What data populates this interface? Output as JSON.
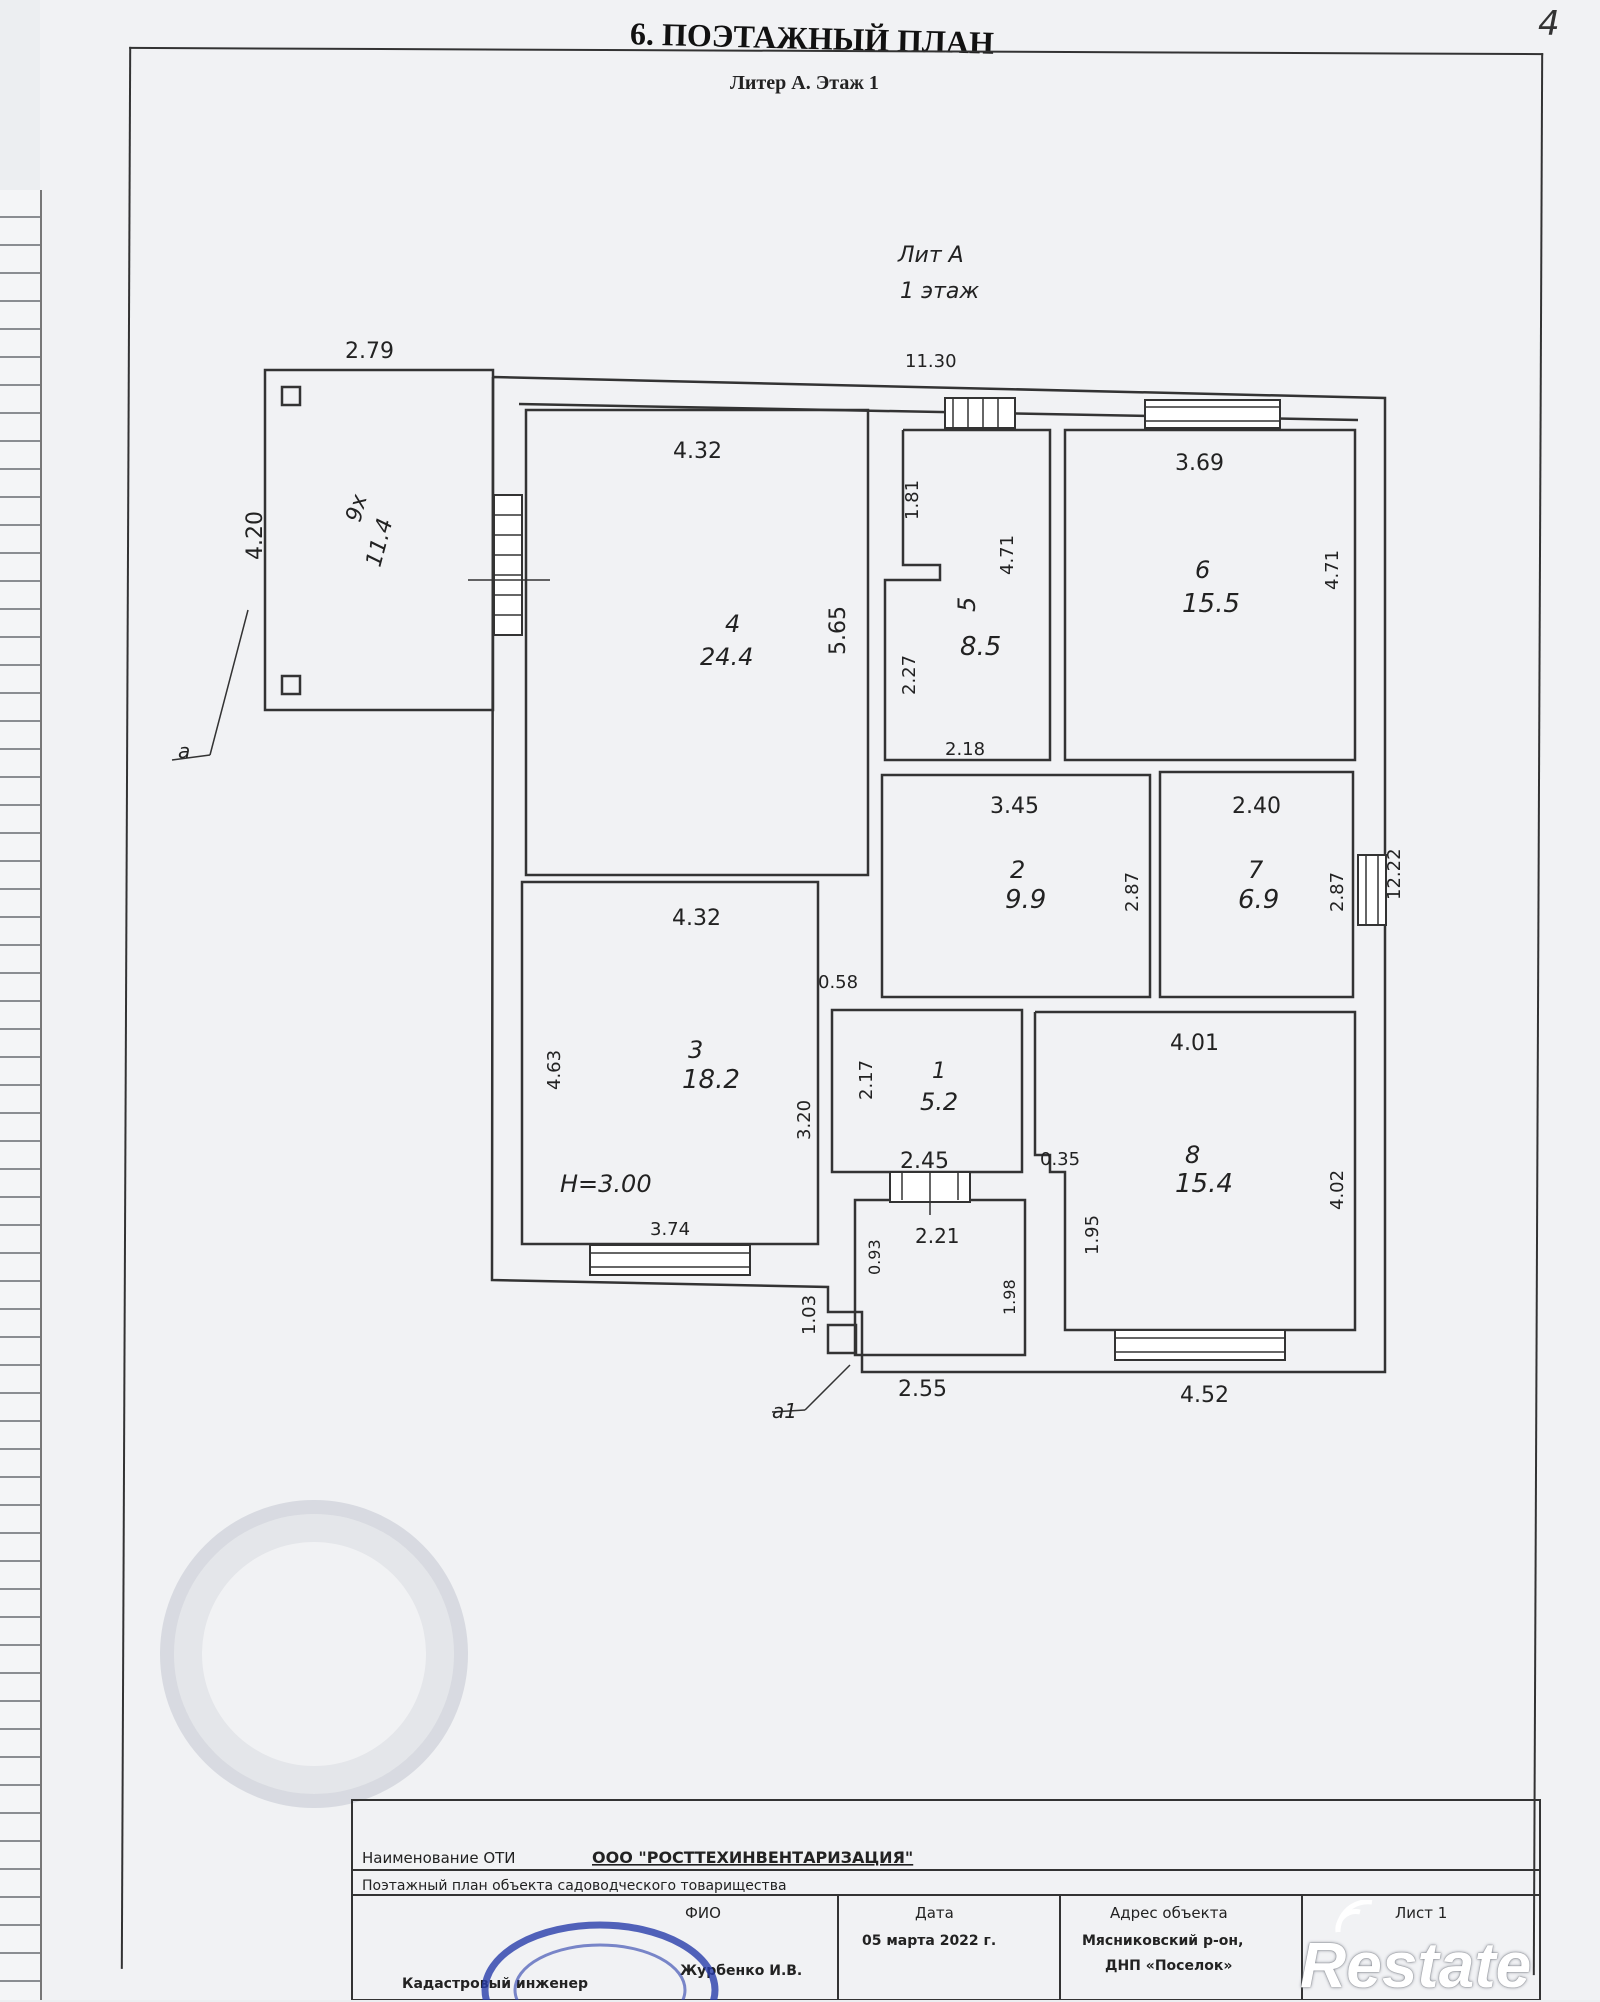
{
  "header": {
    "section_title": "6. ПОЭТАЖНЫЙ ПЛАН",
    "subtitle": "Литер А. Этаж 1",
    "page_mark": "4"
  },
  "plan": {
    "building_label_line1": "Лит А",
    "building_label_line2": "1 этаж",
    "overall_top": "11.30",
    "overall_right": "12.22",
    "rooms": [
      {
        "number": "9х",
        "area": "11.4",
        "dims": [
          "2.79",
          "4.20"
        ]
      },
      {
        "number": "4",
        "area": "24.4",
        "dims": [
          "4.32",
          "5.65"
        ]
      },
      {
        "number": "5",
        "area": "8.5",
        "dims": [
          "1.81",
          "4.71",
          "2.27",
          "2.18"
        ]
      },
      {
        "number": "6",
        "area": "15.5",
        "dims": [
          "3.69",
          "4.71"
        ]
      },
      {
        "number": "2",
        "area": "9.9",
        "dims": [
          "3.45",
          "2.87"
        ]
      },
      {
        "number": "7",
        "area": "6.9",
        "dims": [
          "2.40",
          "2.87"
        ]
      },
      {
        "number": "3",
        "area": "18.2",
        "dims": [
          "4.32",
          "4.63",
          "3.20",
          "3.74"
        ]
      },
      {
        "number": "1",
        "area": "5.2",
        "dims": [
          "2.17",
          "2.45"
        ]
      },
      {
        "number": "8",
        "area": "15.4",
        "dims": [
          "4.01",
          "4.02",
          "1.95",
          "0.35"
        ]
      }
    ],
    "extra_dims": {
      "d_058": "0.58",
      "d_093": "0.93",
      "d_221": "2.21",
      "d_198": "1.98",
      "d_103": "1.03",
      "d_255": "2.55",
      "d_452": "4.52"
    },
    "height_label": "H=3.00",
    "porch_a": "а",
    "porch_a1": "а1"
  },
  "title_block": {
    "org_label": "Наименование ОТИ",
    "org_name": "ООО \"РОСТТЕХИНВЕНТАРИЗАЦИЯ\"",
    "object_desc": "Поэтажный план объекта садоводческого товарищества",
    "col_fio": "ФИО",
    "col_date": "Дата",
    "col_address": "Адрес объекта",
    "col_sheet": "Лист 1",
    "role": "Кадастровый инженер",
    "fio": "Журбенко И.В.",
    "date": "05 марта 2022 г.",
    "address_line1": "Мясниковский р-он,",
    "address_line2": "ДНП «Поселок»"
  },
  "watermark": {
    "brand": "Restate"
  }
}
